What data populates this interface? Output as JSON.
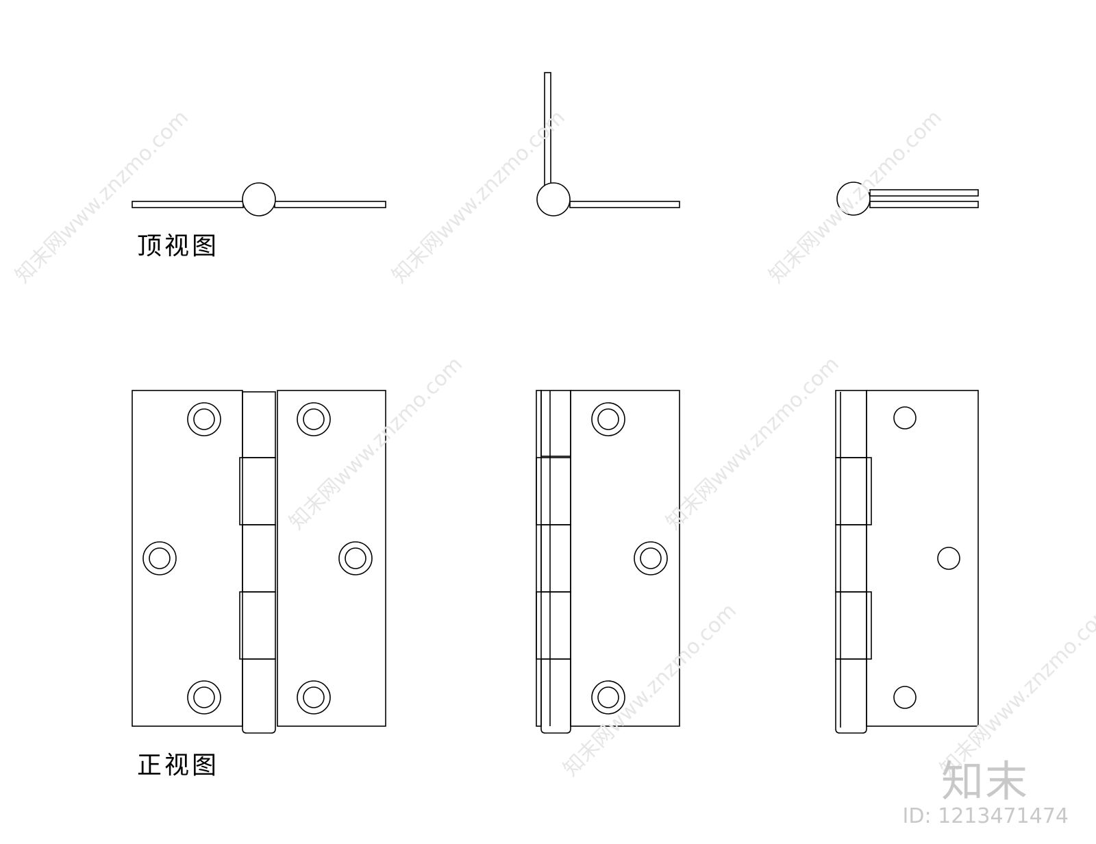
{
  "labels": {
    "top_view": "顶视图",
    "front_view": "正视图"
  },
  "brand": {
    "logo_text": "知末",
    "id_text": "ID: 1213471474"
  },
  "watermark": {
    "text": "知末网www.znzmo.com"
  },
  "colors": {
    "stroke": "#000000",
    "background": "#ffffff",
    "watermark": "#e6e6e6",
    "brand": "#c8c8c8"
  }
}
